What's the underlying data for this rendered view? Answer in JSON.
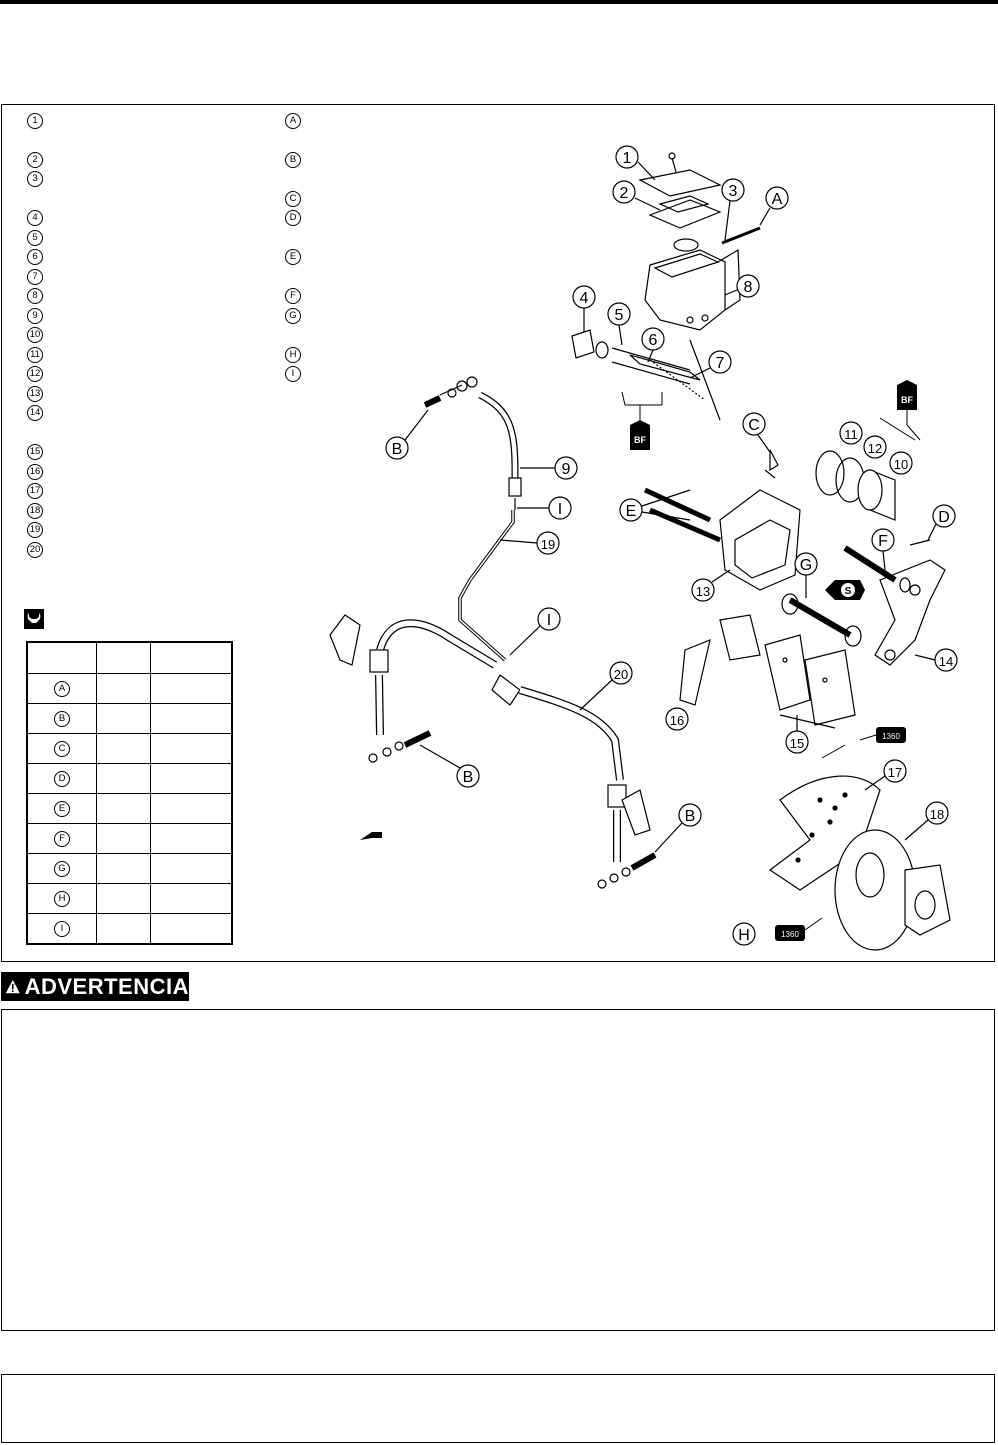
{
  "legend_numbers": [
    "1",
    "2",
    "3",
    "4",
    "5",
    "6",
    "7",
    "8",
    "9",
    "10",
    "11",
    "12",
    "13",
    "14",
    "15",
    "16",
    "17",
    "18",
    "19",
    "20"
  ],
  "legend_letters": [
    "A",
    "B",
    "C",
    "D",
    "E",
    "F",
    "G",
    "H",
    "I"
  ],
  "torque_table": {
    "rows": [
      "A",
      "B",
      "C",
      "D",
      "E",
      "F",
      "G",
      "H",
      "I"
    ]
  },
  "symbols": {
    "brake_fluid": "BF",
    "grease": "S",
    "threadlock": "1360"
  },
  "warning": {
    "label": "ADVERTENCIA"
  },
  "icons": [
    "wrench-icon",
    "warning-triangle-icon",
    "brake-fluid-icon",
    "grease-icon",
    "threadlock-icon",
    "front-arrow-icon"
  ]
}
